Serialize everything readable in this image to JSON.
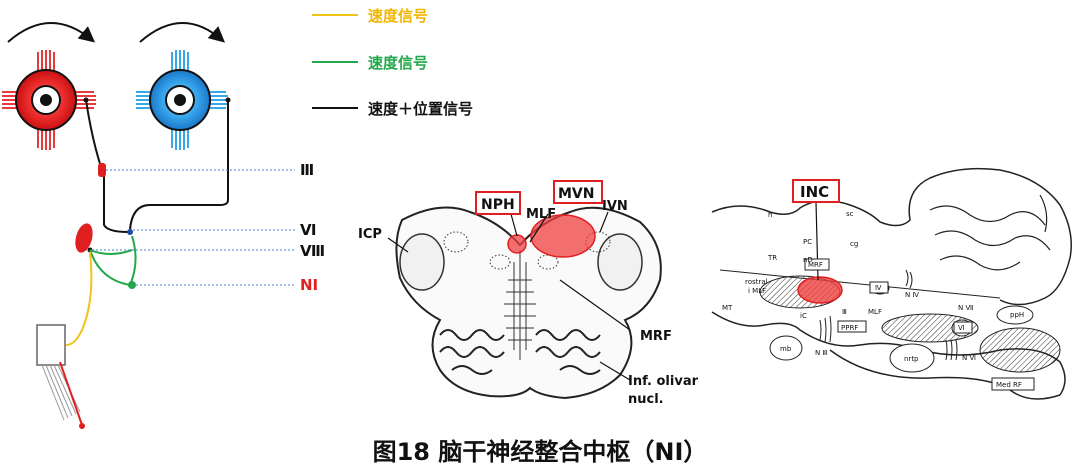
{
  "legend": {
    "speed_signal_1": "速度信号",
    "speed_signal_2": "速度信号",
    "speed_position_signal": "速度＋位置信号",
    "colors": {
      "yellow": "#f2c21a",
      "green": "#22a84a",
      "black": "#111111",
      "red": "#e02020",
      "blue": "#35a8e8"
    }
  },
  "nucleus_labels": {
    "III": "Ⅲ",
    "VI": "Ⅵ",
    "VIII": "Ⅷ",
    "NI": "NI"
  },
  "brainstem_section": {
    "ICP": "ICP",
    "NPH": "NPH",
    "MLF": "MLF",
    "MVN": "MVN",
    "IVN": "IVN",
    "MRF": "MRF",
    "inf_olivar_line1": "Inf. olivar",
    "inf_olivar_line2": "nucl."
  },
  "sagittal_section": {
    "INC": "INC",
    "h": "h",
    "sc": "sc",
    "cg": "cg",
    "PC": "PC",
    "TR": "TR",
    "nD": "nD",
    "MRF": "MRF",
    "rostral": "rostral",
    "iMLF": "i MLF",
    "IV": "Ⅳ",
    "N_IV": "N Ⅳ",
    "MT": "MT",
    "iC": "iC",
    "III": "Ⅲ",
    "MLF": "MLF",
    "N_VII": "N Ⅶ",
    "ppH": "ppH",
    "PPRF": "PPRF",
    "VI": "Ⅵ",
    "mb": "mb",
    "N_III": "N Ⅲ",
    "nrtp": "nrtp",
    "N_VI": "N Ⅵ",
    "Med_RF": "Med RF"
  },
  "caption": "图18  脑干神经整合中枢（NI）"
}
